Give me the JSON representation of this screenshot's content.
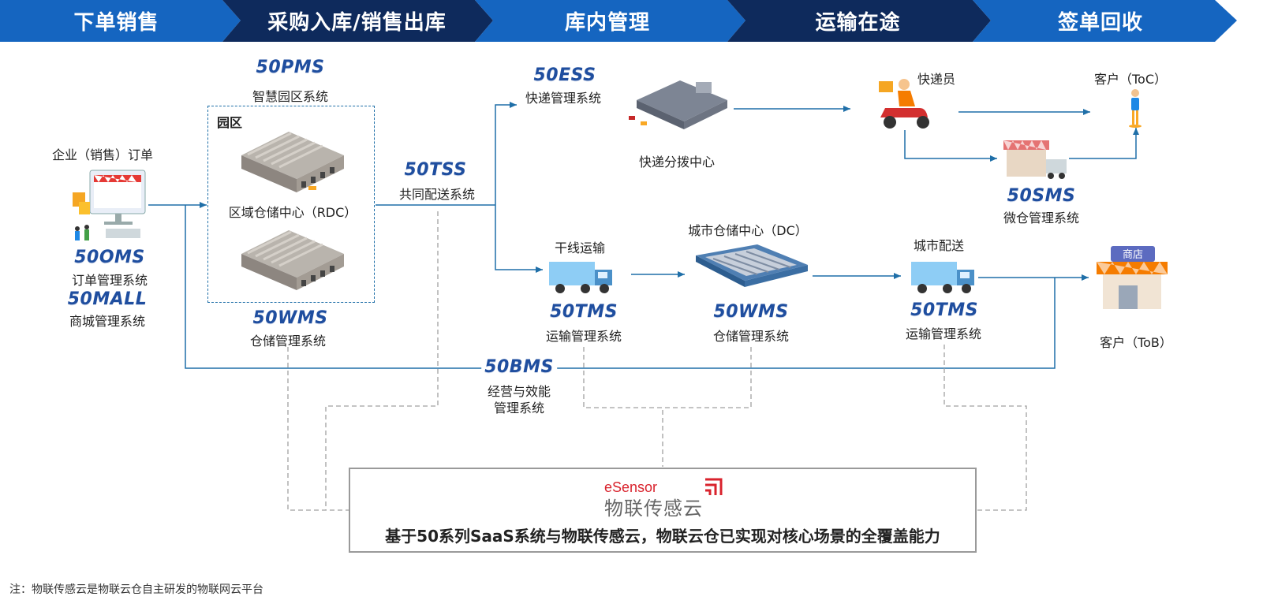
{
  "header": {
    "stages": [
      "下单销售",
      "采购入库/销售出库",
      "库内管理",
      "运输在途",
      "签单回收"
    ],
    "colors": {
      "stage_light": "#1565c0",
      "stage_dark": "#0e2a5c"
    }
  },
  "systems": {
    "oms": {
      "logo": "50OMS",
      "name": "订单管理系统"
    },
    "mall": {
      "logo": "50MALL",
      "name": "商城管理系统"
    },
    "pms": {
      "logo": "50PMS",
      "name": "智慧园区系统"
    },
    "wms_rdc": {
      "logo": "50WMS",
      "name": "仓储管理系统"
    },
    "tss": {
      "logo": "50TSS",
      "name": "共同配送系统"
    },
    "ess": {
      "logo": "50ESS",
      "name": "快递管理系统"
    },
    "tms_trunk": {
      "logo": "50TMS",
      "name": "运输管理系统"
    },
    "wms_dc": {
      "logo": "50WMS",
      "name": "仓储管理系统"
    },
    "tms_city": {
      "logo": "50TMS",
      "name": "运输管理系统"
    },
    "sms": {
      "logo": "50SMS",
      "name": "微仓管理系统"
    },
    "bms": {
      "logo": "50BMS",
      "name_line1": "经营与效能",
      "name_line2": "管理系统"
    }
  },
  "labels": {
    "enterprise_order": "企业（销售）订单",
    "park": "园区",
    "rdc": "区域仓储中心（RDC）",
    "express_hub": "快递分拨中心",
    "courier": "快递员",
    "customer_toc": "客户（ToC）",
    "trunk_transport": "干线运输",
    "city_dc": "城市仓储中心（DC）",
    "city_delivery": "城市配送",
    "customer_tob": "客户（ToB）",
    "shop_sign": "商店"
  },
  "platform": {
    "brand_en": "eSensor",
    "brand_cn": "物联传感云",
    "text": "基于50系列SaaS系统与物联传感云，物联云仓已实现对核心场景的全覆盖能力"
  },
  "note": "注：物联传感云是物联云仓自主研发的物联网云平台",
  "colors": {
    "logo_blue": "#1f4e9f",
    "line_blue": "#1f6fa8",
    "dashed_gray": "#a0a0a0",
    "brand_red": "#d9232d"
  }
}
